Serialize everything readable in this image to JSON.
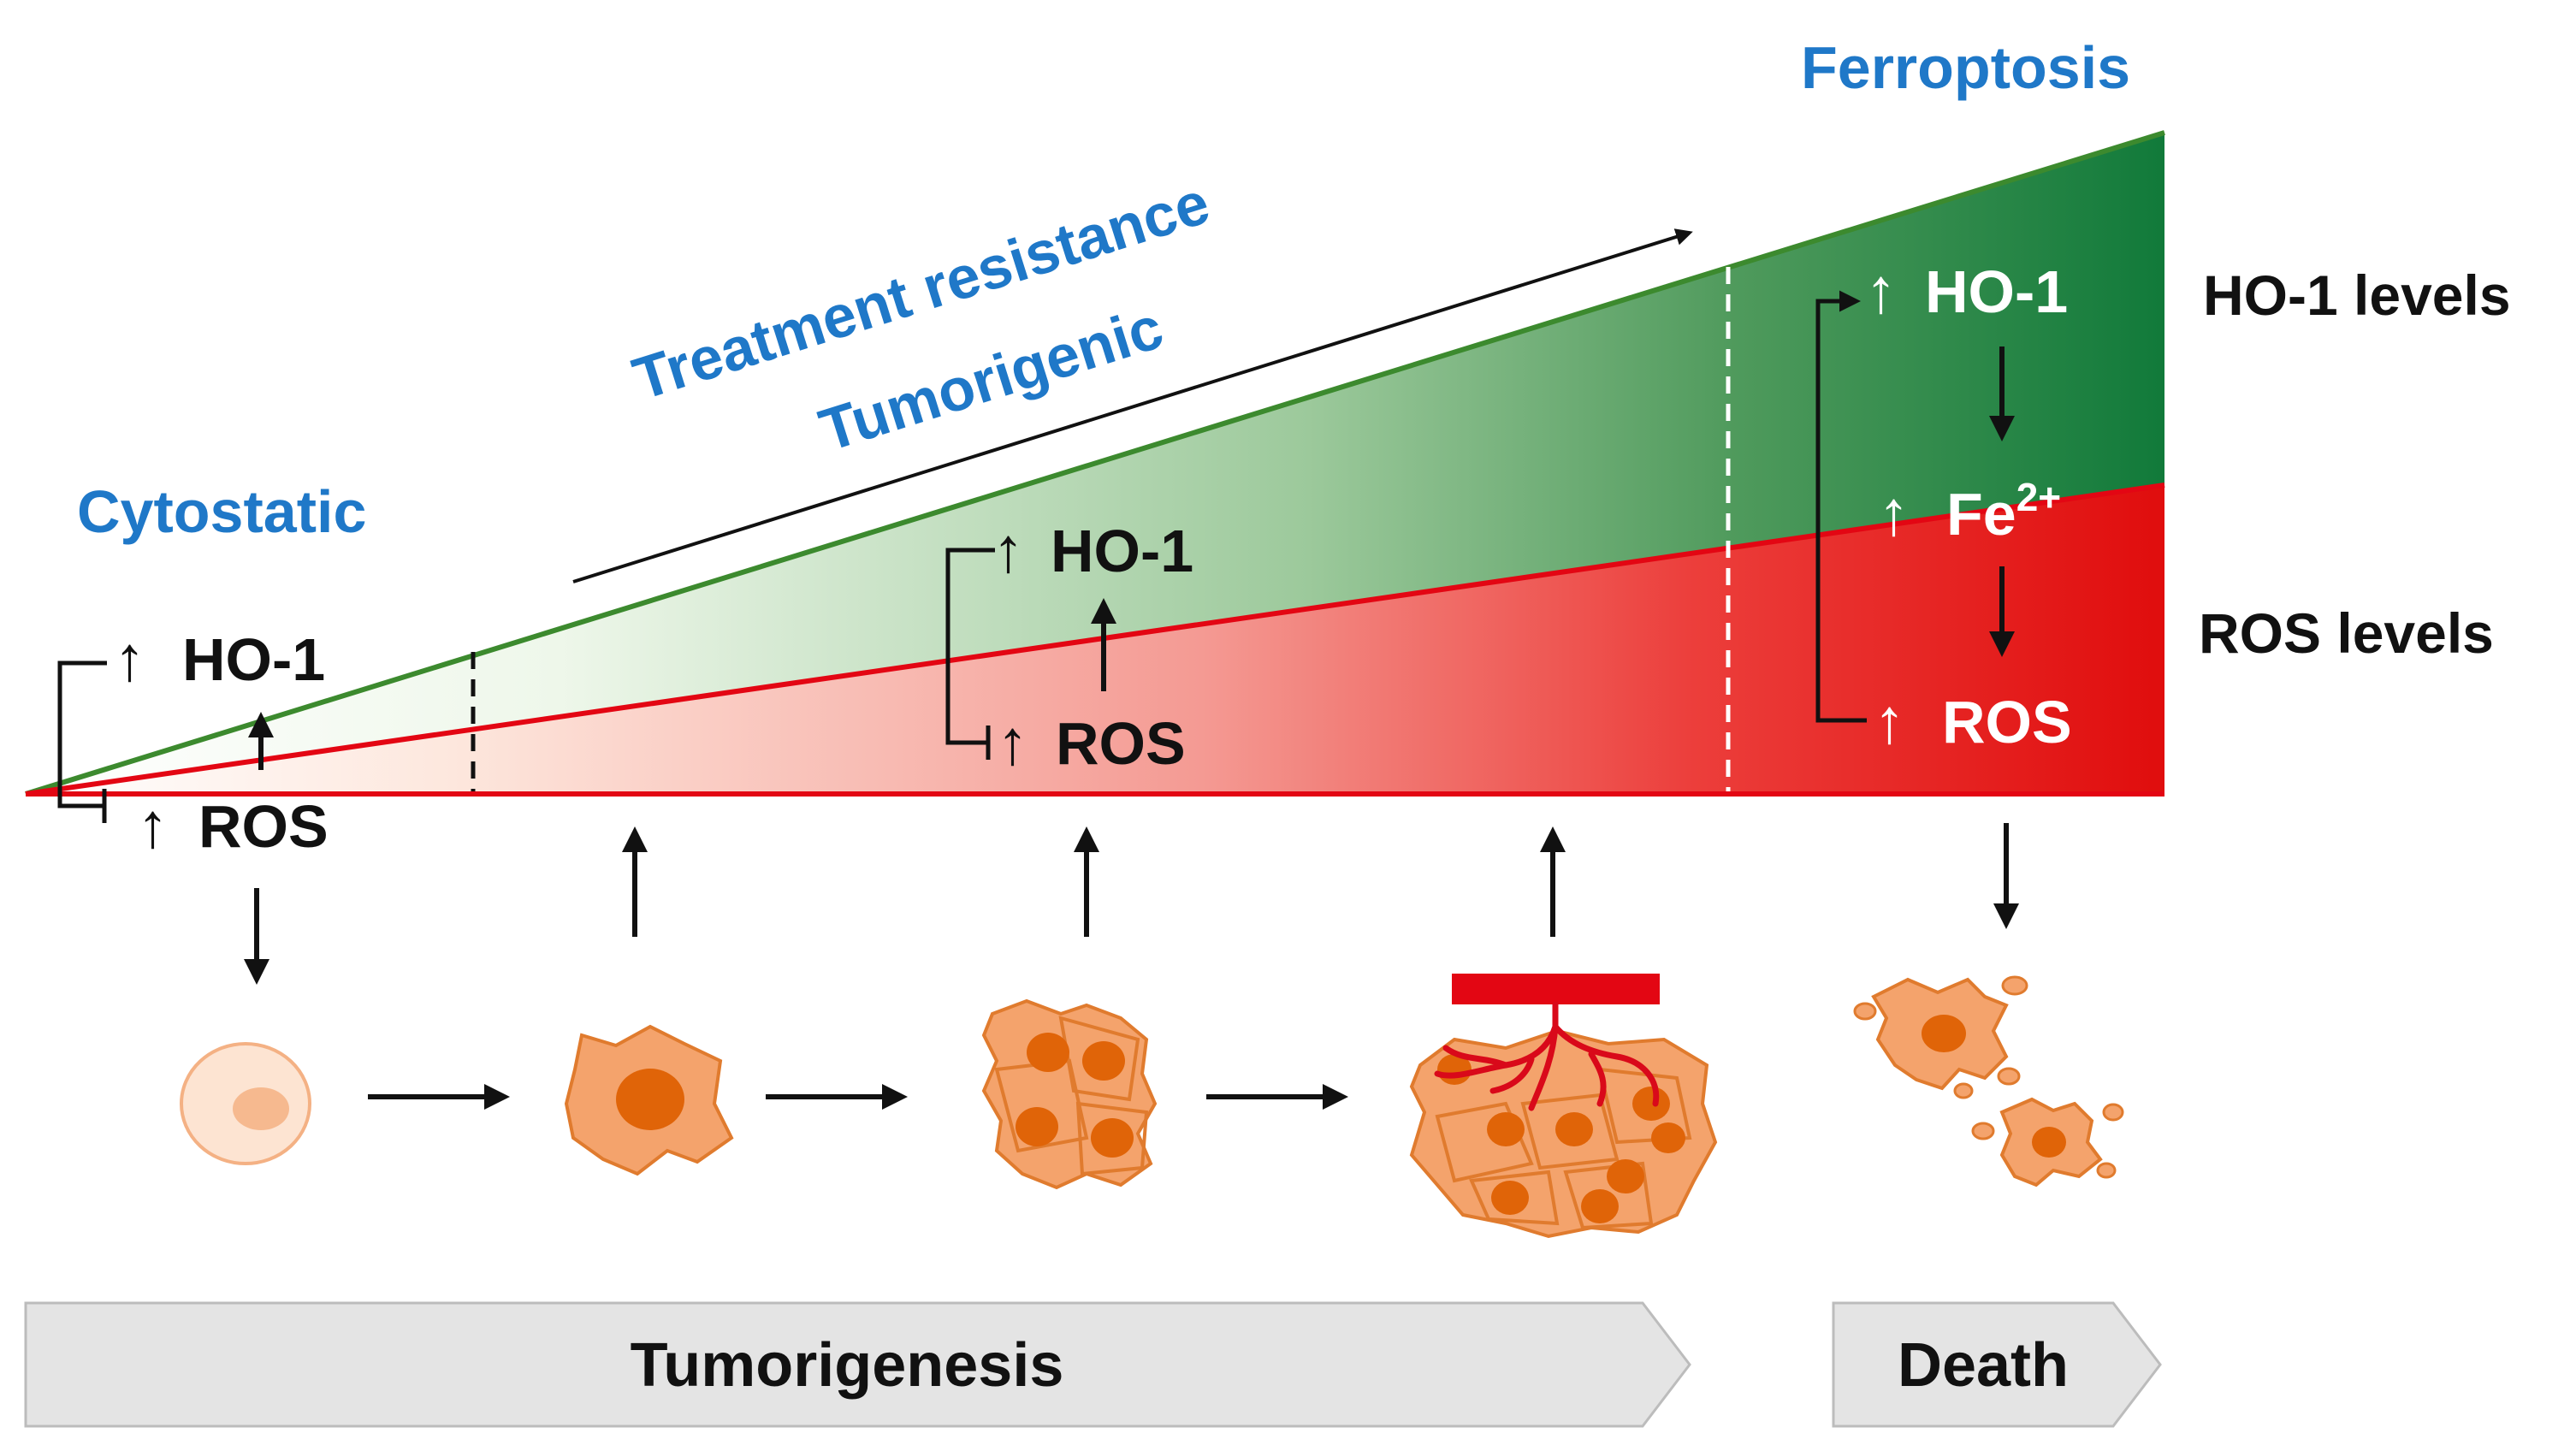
{
  "labels": {
    "ferroptosis": "Ferroptosis",
    "treatment_resistance": "Treatment resistance",
    "tumorigenic": "Tumorigenic",
    "cytostatic": "Cytostatic",
    "ho1_levels": "HO-1 levels",
    "ros_levels": "ROS levels"
  },
  "stage_left": {
    "up_arrow": "↑",
    "ho1": "HO-1",
    "ros": "ROS"
  },
  "stage_mid": {
    "up_arrow": "↑",
    "ho1": "HO-1",
    "ros": "ROS"
  },
  "stage_right": {
    "up_arrow": "↑",
    "ho1": "HO-1",
    "fe_base": "Fe",
    "fe_sup": "2+",
    "ros": "ROS"
  },
  "bottom": {
    "tumorigenesis": "Tumorigenesis",
    "death": "Death"
  },
  "colors": {
    "blue_text": "#1f78c8",
    "green_line": "#3c8a2e",
    "green_dark": "#117a3a",
    "red_line": "#e30613",
    "red_fill": "#e30613",
    "cell_fill": "#f4a36c",
    "cell_stroke": "#e07b2e",
    "nucleus": "#e06408",
    "block_bar": "#e30613",
    "stage_bar": "#e5e5e5"
  },
  "icons": [
    "arrow-up-icon",
    "arrow-down-icon",
    "arrow-right-icon",
    "inhibition-bar-icon",
    "cell-icon",
    "blood-vessel-icon"
  ]
}
